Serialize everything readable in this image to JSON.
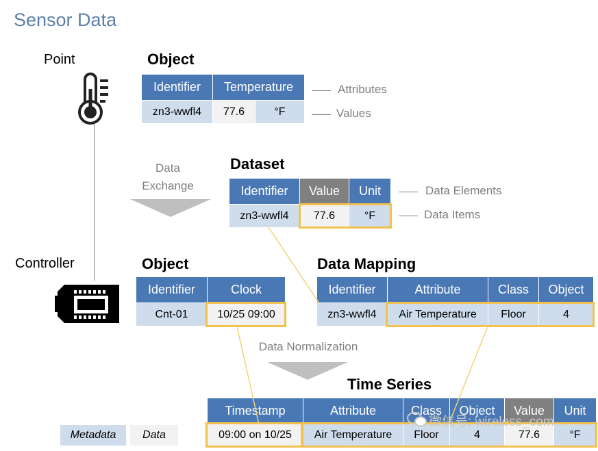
{
  "title": "Sensor Data",
  "labels": {
    "point": "Point",
    "controller": "Controller"
  },
  "object_point": {
    "title": "Object",
    "headers": [
      "Identifier",
      "Temperature"
    ],
    "values": [
      "zn3-wwfl4",
      "77.6",
      "°F"
    ],
    "annotations": [
      "Attributes",
      "Values"
    ]
  },
  "data_exchange": {
    "line1": "Data",
    "line2": "Exchange"
  },
  "dataset": {
    "title": "Dataset",
    "headers": [
      "Identifier",
      "Value",
      "Unit"
    ],
    "values": [
      "zn3-wwfl4",
      "77.6",
      "°F"
    ],
    "annotations": [
      "Data Elements",
      "Data Items"
    ]
  },
  "object_controller": {
    "title": "Object",
    "headers": [
      "Identifier",
      "Clock"
    ],
    "values": [
      "Cnt-01",
      "10/25 09:00"
    ]
  },
  "data_mapping": {
    "title": "Data Mapping",
    "headers": [
      "Identifier",
      "Attribute",
      "Class",
      "Object"
    ],
    "values": [
      "zn3-wwfl4",
      "Air Temperature",
      "Floor",
      "4"
    ]
  },
  "data_normalization": "Data  Normalization",
  "time_series": {
    "title": "Time Series",
    "headers": [
      "Timestamp",
      "Attribute",
      "Class",
      "Object",
      "Value",
      "Unit"
    ],
    "values": [
      "09:00 on 10/25",
      "Air Temperature",
      "Floor",
      "4",
      "77.6",
      "°F"
    ]
  },
  "legend": {
    "metadata": "Metadata",
    "data": "Data"
  },
  "watermark": "微信号: wireless_com",
  "colors": {
    "header_blue": "#4a78b5",
    "header_gray": "#808080",
    "metadata_cell": "#cfdcec",
    "data_cell": "#f2f2f2",
    "highlight": "#f2c14e",
    "title": "#5b7fa6"
  }
}
